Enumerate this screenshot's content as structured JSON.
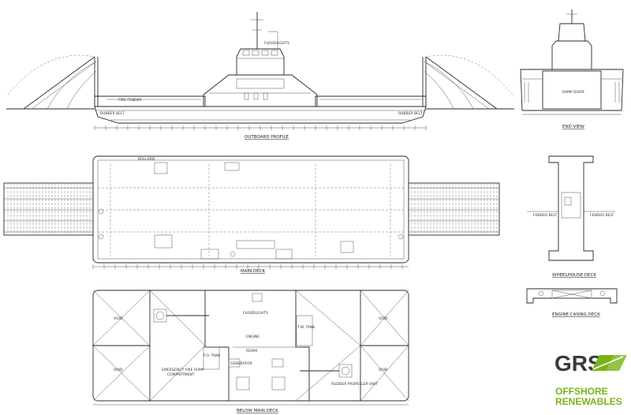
{
  "titles": {
    "outboard_profile": "OUTBOARD PROFILE",
    "end_view": "END VIEW",
    "main_deck": "MAIN DECK",
    "below_main_deck": "BELOW MAIN DECK",
    "wheelhouse_deck": "WHEELHOUSE DECK",
    "engine_casing_deck": "ENGINE CASING DECK"
  },
  "labels": {
    "fire_fender": "FIRE FENDER",
    "rubber_belt": "RUBBER BELT",
    "ramp_door": "RAMP DOOR",
    "floodlights": "FLOODLIGHTS",
    "engine": "ENGINE",
    "generator": "GENERATOR",
    "room": "ROOM",
    "tw_tank": "T.W. TANK",
    "fo_tank": "F.O. TANK",
    "emergency_fire_pump": "EMERGENCY FIRE PUMP",
    "compartment": "COMPARTMENT",
    "void": "VOID",
    "rudder_propeller_unit": "RUDDER PROPELLER UNIT",
    "bollard": "BOLLARD",
    "fender_belt": "FENDER BELT"
  },
  "logo": {
    "brand": "GRS",
    "line1": "OFFSHORE",
    "line2": "RENEWABLES",
    "brand_color": "#3a3a3a",
    "accent_color": "#7ab317"
  }
}
